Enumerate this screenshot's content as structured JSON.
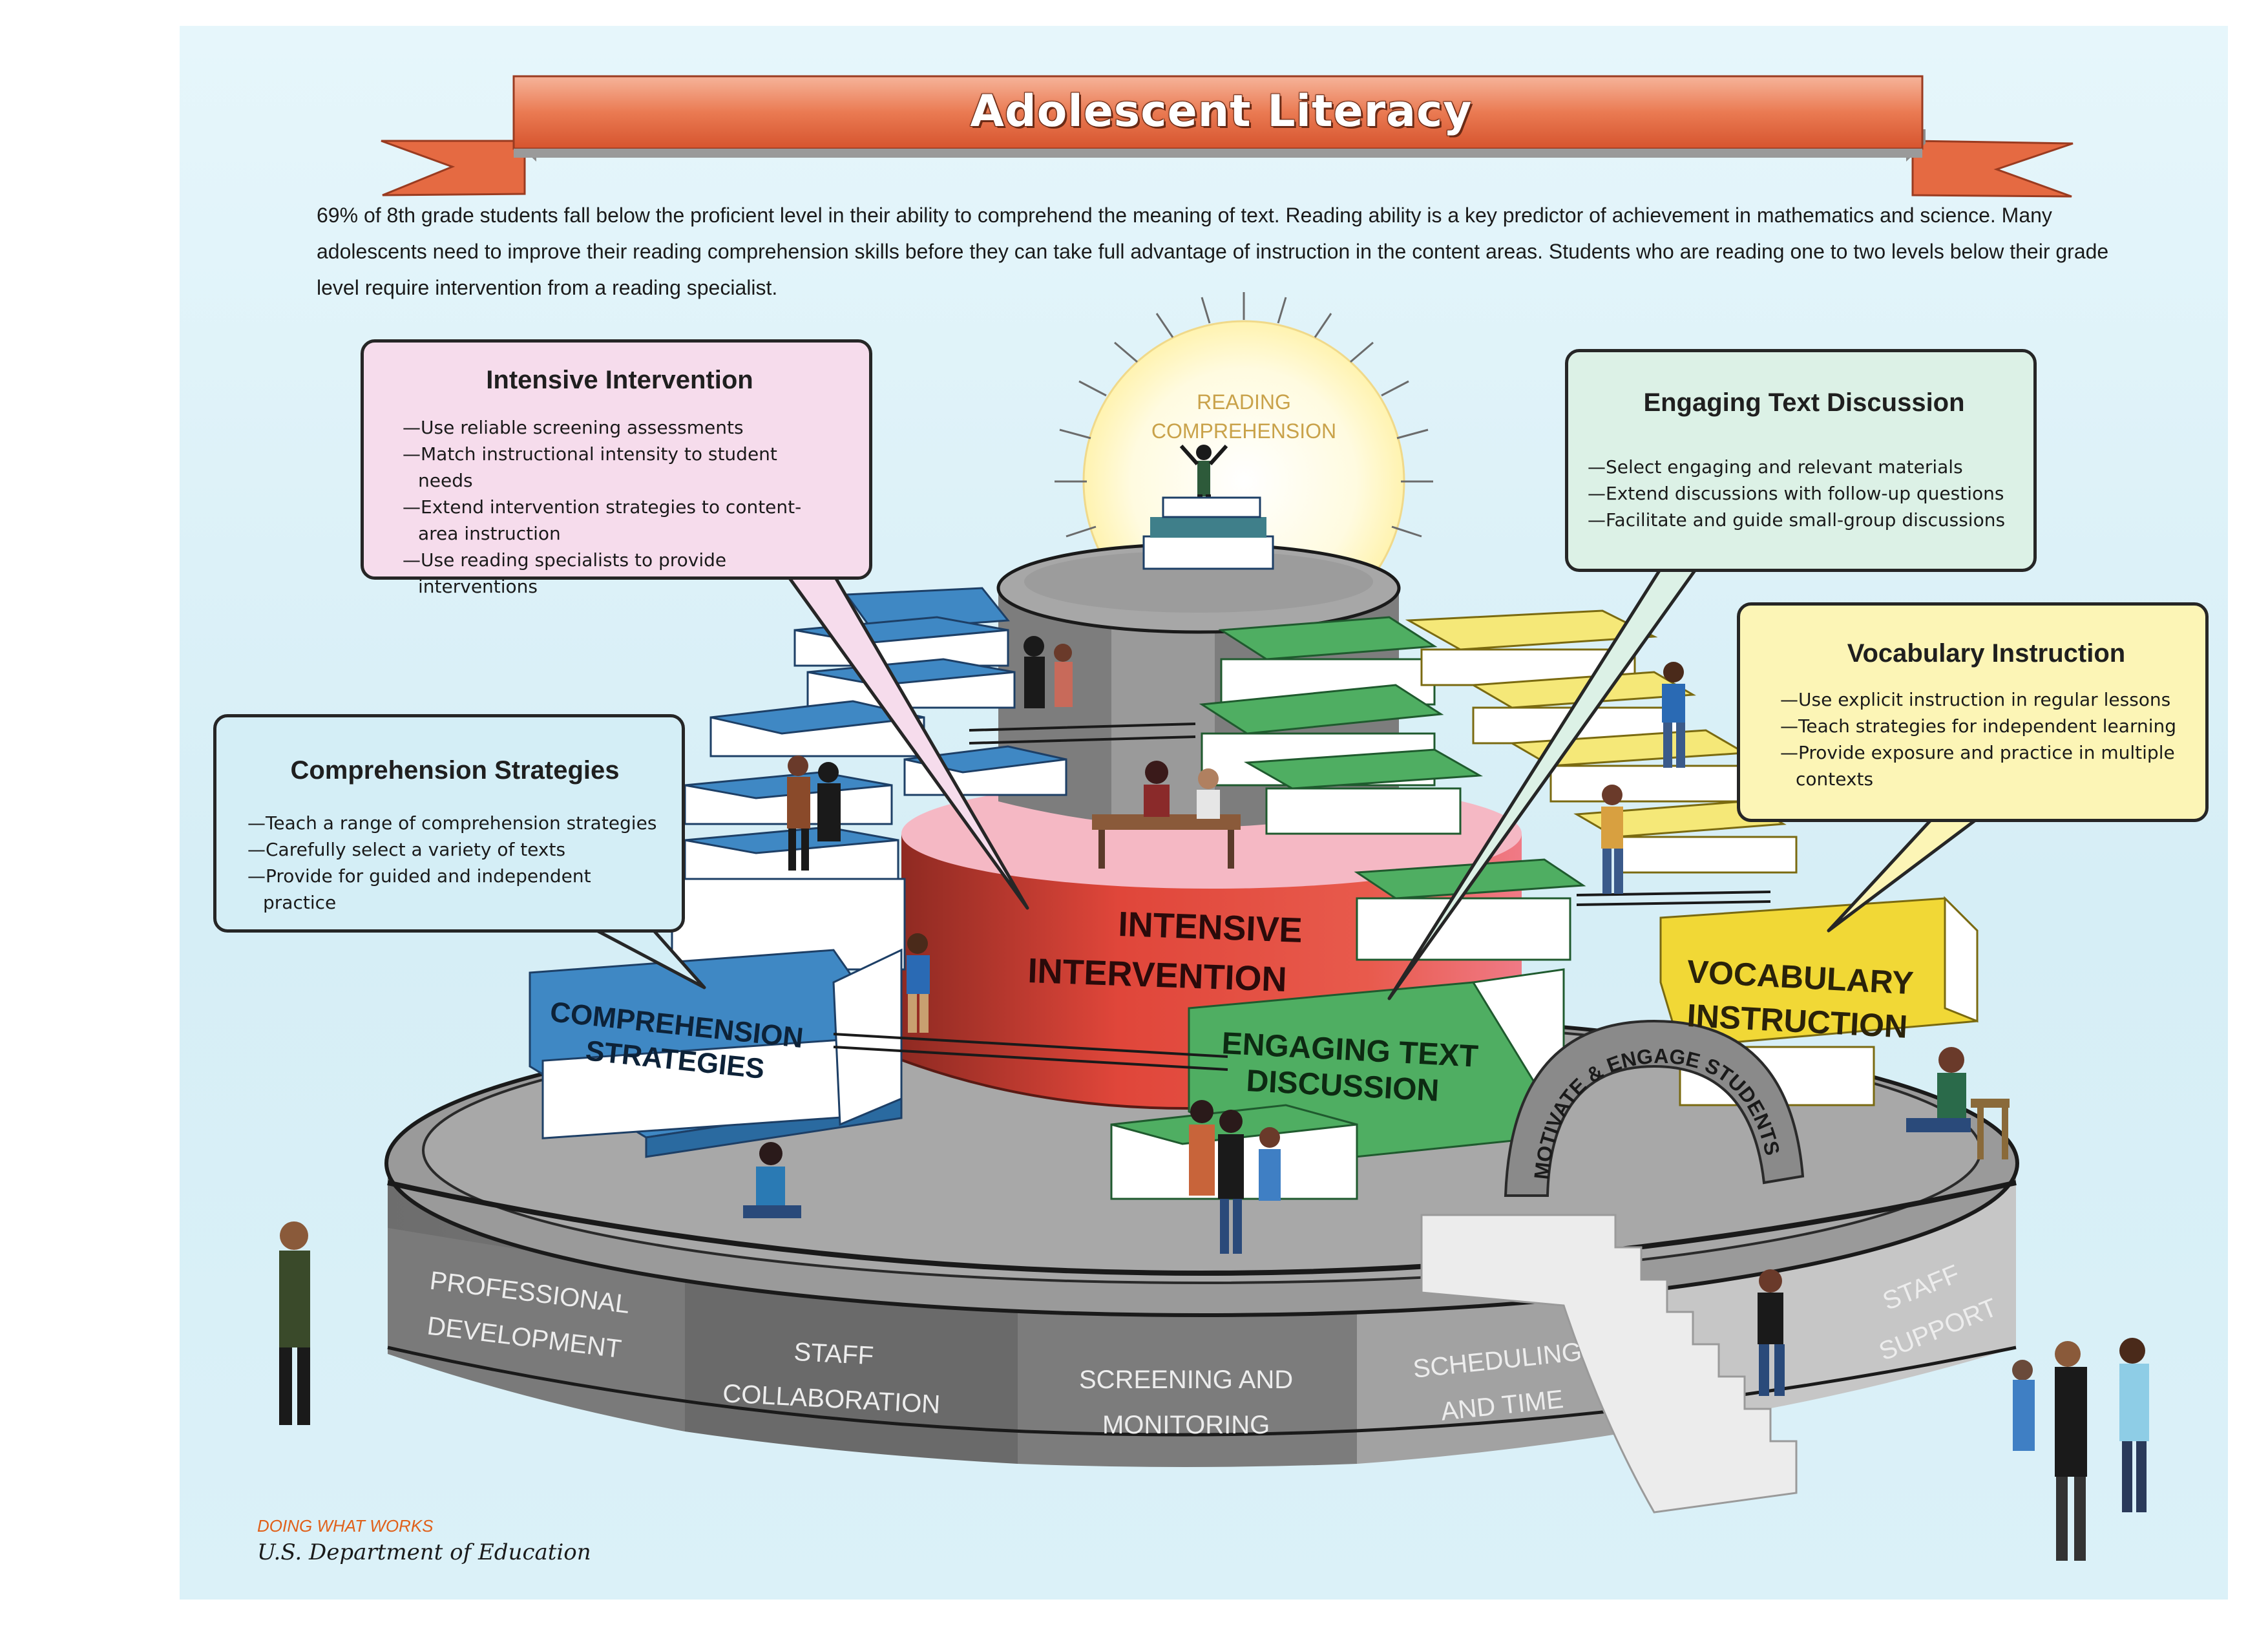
{
  "title": "Adolescent Literacy",
  "intro": "69% of 8th grade students fall below the proficient level in their ability to comprehend the meaning of text. Reading ability is a key predictor of achievement in mathematics and science. Many adolescents need to improve their reading comprehension skills before they can take full advantage of instruction in the content areas. Students who are reading one to two levels below their grade level require intervention from a reading specialist.",
  "summit": {
    "label_line1": "READING",
    "label_line2": "COMPREHENSION"
  },
  "callouts": {
    "intensive_intervention": {
      "heading": "Intensive Intervention",
      "items": [
        "—Use reliable screening assessments",
        "—Match instructional intensity to student needs",
        "—Extend intervention strategies to content-area instruction",
        "—Use reading specialists to provide interventions"
      ]
    },
    "comprehension_strategies": {
      "heading": "Comprehension Strategies",
      "items": [
        "—Teach a range of comprehension strategies",
        "—Carefully select a variety of texts",
        "—Provide for guided and independent practice"
      ]
    },
    "engaging_text_discussion": {
      "heading": "Engaging Text Discussion",
      "items": [
        "—Select engaging and relevant materials",
        "—Extend discussions with follow-up questions",
        "—Facilitate and guide small-group discussions"
      ]
    },
    "vocabulary_instruction": {
      "heading": "Vocabulary Instruction",
      "items": [
        "—Use explicit instruction in regular lessons",
        "—Teach strategies for independent learning",
        "—Provide exposure and practice in multiple contexts"
      ]
    }
  },
  "tiers": {
    "intensive_line1": "INTENSIVE",
    "intensive_line2": "INTERVENTION",
    "comprehension_line1": "COMPREHENSION",
    "comprehension_line2": "STRATEGIES",
    "engaging_line1": "ENGAGING TEXT",
    "engaging_line2": "DISCUSSION",
    "vocabulary_line1": "VOCABULARY",
    "vocabulary_line2": "INSTRUCTION"
  },
  "arch_label": "MOTIVATE & ENGAGE STUDENTS",
  "base_segments": [
    {
      "line1": "PROFESSIONAL",
      "line2": "DEVELOPMENT"
    },
    {
      "line1": "STAFF",
      "line2": "COLLABORATION"
    },
    {
      "line1": "SCREENING AND",
      "line2": "MONITORING"
    },
    {
      "line1": "SCHEDULING",
      "line2": "AND TIME"
    },
    {
      "line1": "STAFF",
      "line2": "SUPPORT"
    }
  ],
  "footer": {
    "program": "DOING WHAT WORKS",
    "agency": "U.S. Department of Education"
  },
  "colors": {
    "banner": "#ea7a52",
    "intensive_red": "#e0463a",
    "comprehension_blue": "#3f88c4",
    "engaging_green": "#4fae62",
    "vocabulary_yellow": "#f1d836",
    "platform_gray": "#8c8c8c"
  }
}
